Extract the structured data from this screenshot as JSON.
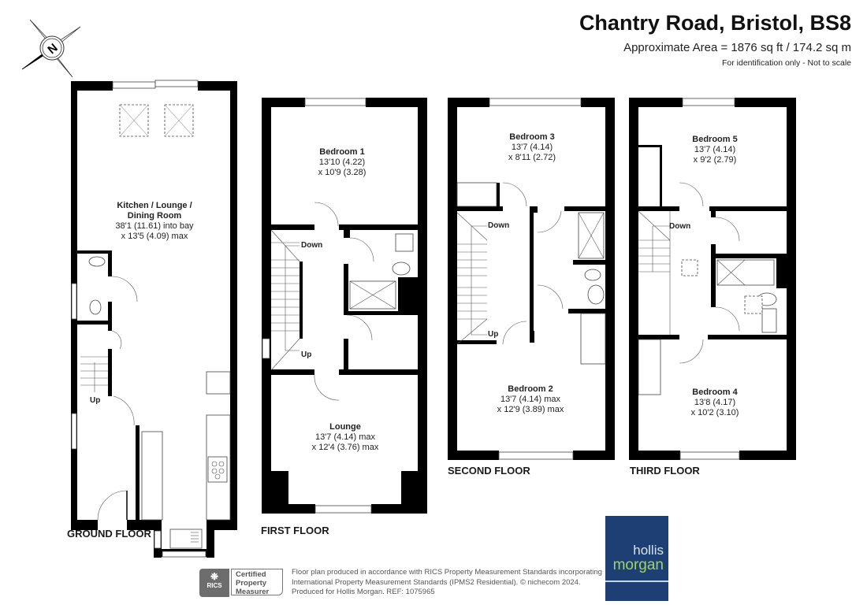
{
  "header": {
    "title": "Chantry Road, Bristol, BS8",
    "area": "Approximate Area = 1876 sq ft / 174.2 sq m",
    "disclaimer": "For identification only - Not to scale"
  },
  "compass": {
    "label": "N"
  },
  "floors": [
    {
      "name": "GROUND FLOOR",
      "rooms": [
        {
          "name_line1": "Kitchen / Lounge /",
          "name_line2": "Dining Room",
          "dim1": "38'1 (11.61) into bay",
          "dim2": "x 13'5 (4.09) max"
        }
      ],
      "stairs": [
        "Up"
      ]
    },
    {
      "name": "FIRST FLOOR",
      "rooms": [
        {
          "name": "Bedroom 1",
          "dim1": "13'10 (4.22)",
          "dim2": "x 10'9 (3.28)"
        },
        {
          "name": "Lounge",
          "dim1": "13'7 (4.14) max",
          "dim2": "x 12'4 (3.76) max"
        }
      ],
      "stairs": [
        "Down",
        "Up"
      ]
    },
    {
      "name": "SECOND FLOOR",
      "rooms": [
        {
          "name": "Bedroom 3",
          "dim1": "13'7 (4.14)",
          "dim2": "x 8'11 (2.72)"
        },
        {
          "name": "Bedroom 2",
          "dim1": "13'7 (4.14) max",
          "dim2": "x 12'9 (3.89) max"
        }
      ],
      "stairs": [
        "Down",
        "Up"
      ]
    },
    {
      "name": "THIRD FLOOR",
      "rooms": [
        {
          "name": "Bedroom 5",
          "dim1": "13'7 (4.14)",
          "dim2": "x 9'2 (2.79)"
        },
        {
          "name": "Bedroom 4",
          "dim1": "13'8 (4.17)",
          "dim2": "x 10'2 (3.10)"
        }
      ],
      "stairs": [
        "Down"
      ]
    }
  ],
  "footer": {
    "rics_badge": "RICS",
    "rics_cert": [
      "Certified",
      "Property",
      "Measurer"
    ],
    "line1": "Floor plan produced in accordance with RICS Property Measurement Standards incorporating",
    "line2": "International Property Measurement Standards (IPMS2 Residential).  © nichecom 2024.",
    "line3": "Produced for Hollis Morgan.   REF:  1075965"
  },
  "logo": {
    "line1": "hollis",
    "line2": "morgan",
    "bg_color": "#1d3f73",
    "accent_color": "#9fd36a"
  }
}
